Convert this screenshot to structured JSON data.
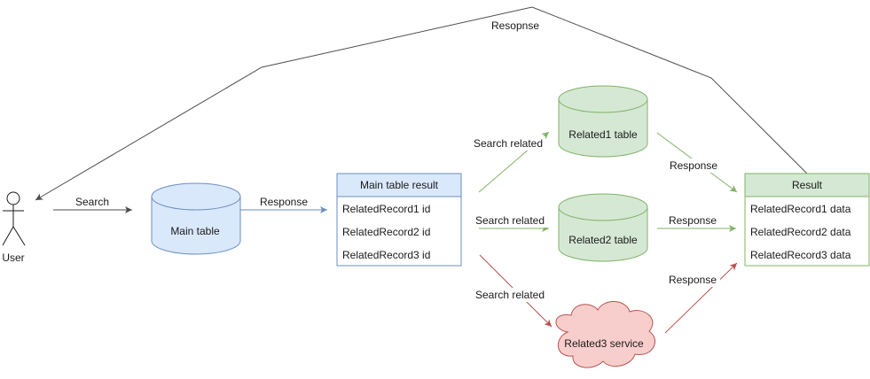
{
  "actor": {
    "label": "User"
  },
  "edges": {
    "search": "Search",
    "main_response": "Response",
    "search_related_1": "Search related",
    "search_related_2": "Search related",
    "search_related_3": "Search related",
    "response_1": "Response",
    "response_2": "Response",
    "response_3": "Response",
    "final_response": "Resopnse"
  },
  "nodes": {
    "main_table": "Main table",
    "related1_table": "Related1 table",
    "related2_table": "Related2 table",
    "related3_service": "Related3 service"
  },
  "main_result": {
    "title": "Main table result",
    "rows": [
      "RelatedRecord1 id",
      "RelatedRecord2 id",
      "RelatedRecord3 id"
    ]
  },
  "result": {
    "title": "Result",
    "rows": [
      "RelatedRecord1 data",
      "RelatedRecord2 data",
      "RelatedRecord3 data"
    ]
  },
  "colors": {
    "blue_fill": "#dae8fc",
    "blue_stroke": "#6c8ebf",
    "green_fill": "#d5e8d4",
    "green_stroke": "#82b366",
    "red_fill": "#f8cecc",
    "red_stroke": "#b85450",
    "gray_stroke": "#4d4d4d"
  }
}
